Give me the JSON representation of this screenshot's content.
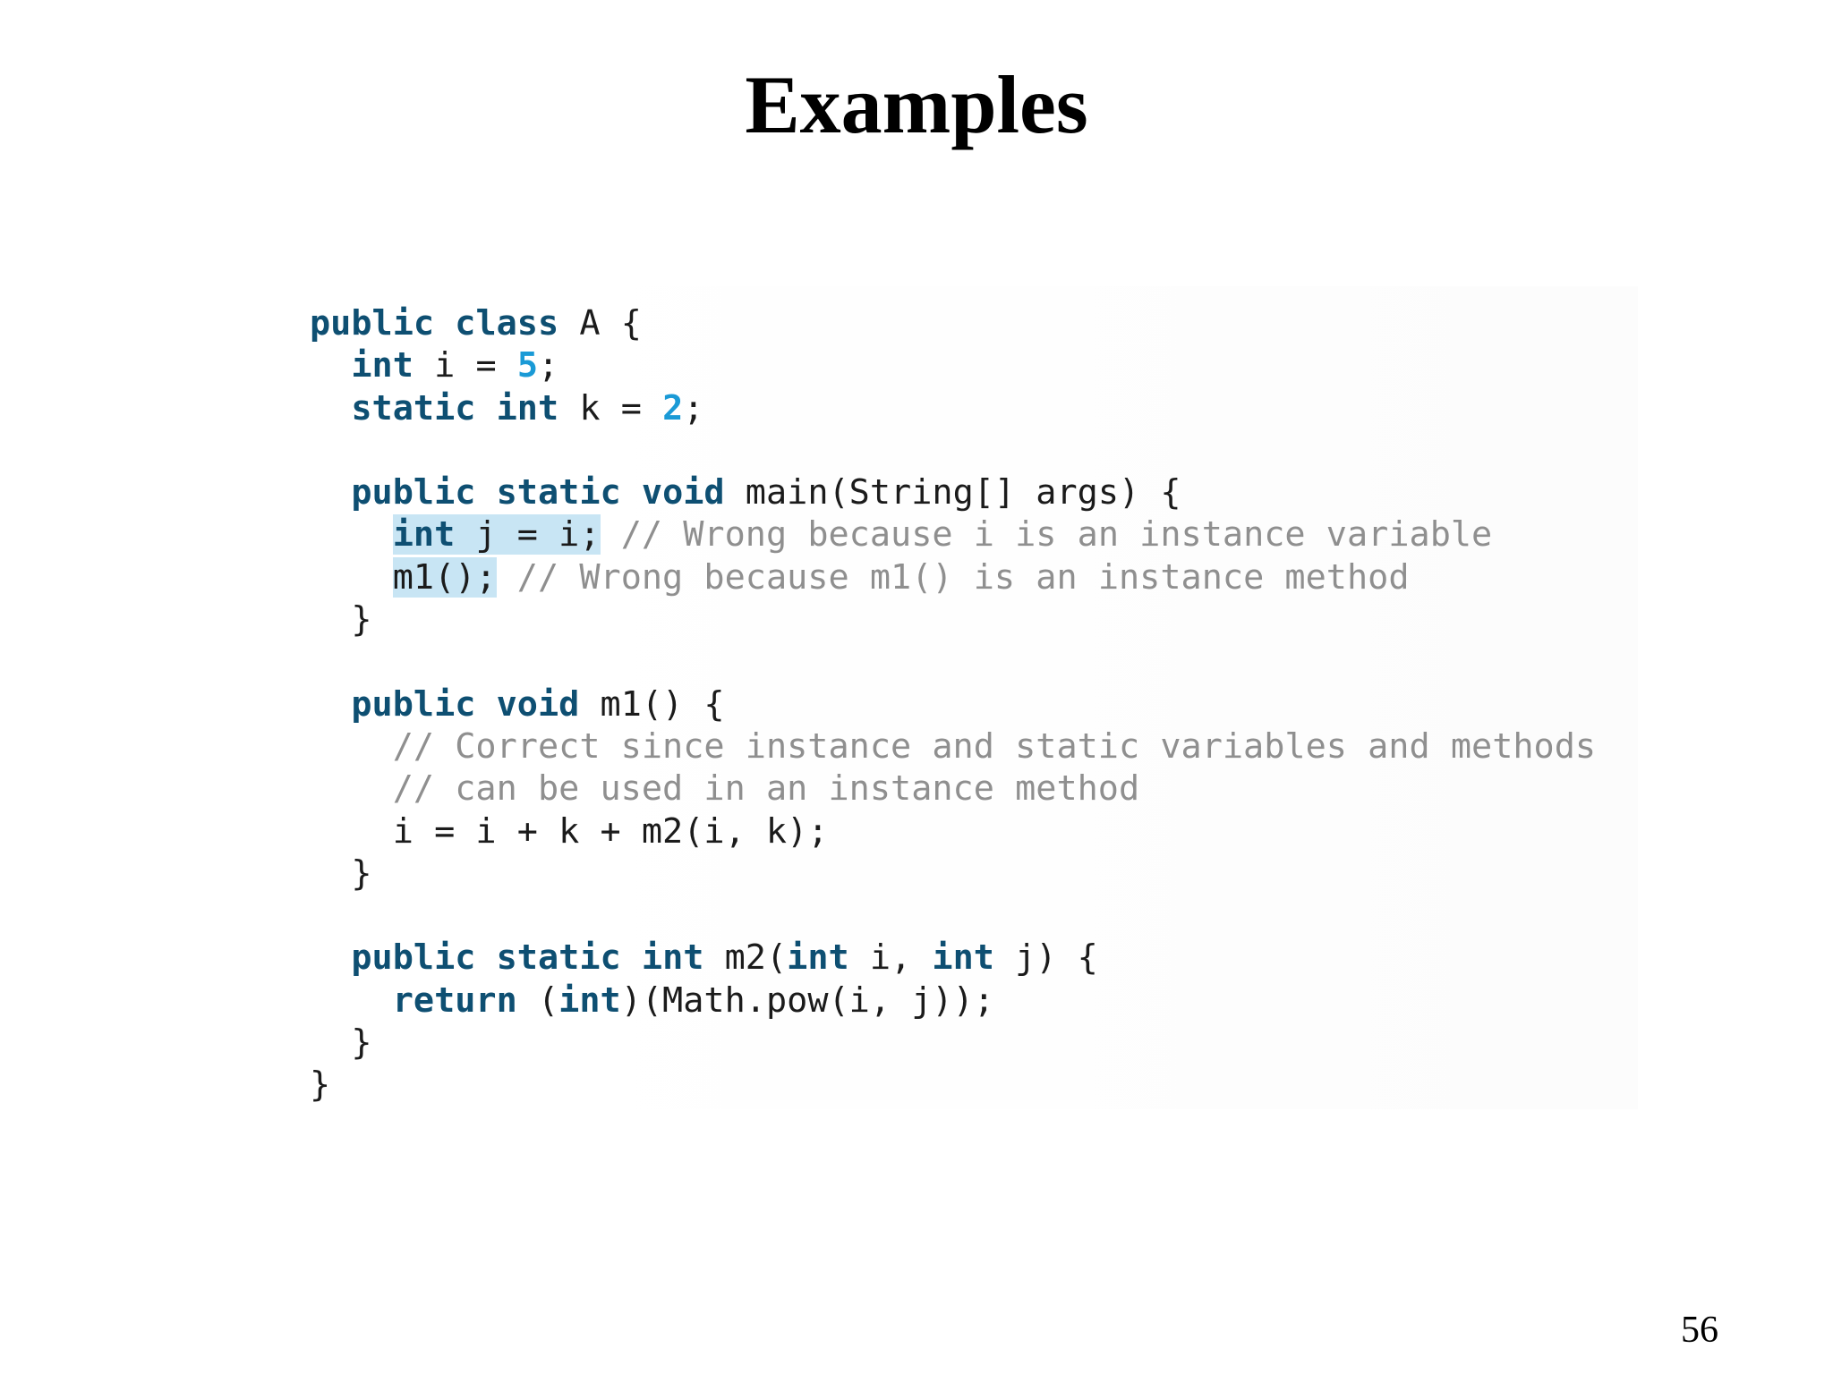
{
  "slide": {
    "title": "Examples",
    "page_number": "56"
  },
  "code": {
    "line1": {
      "kw1": "public",
      "kw2": "class",
      "rest": " A {"
    },
    "line2": {
      "indent": "  ",
      "kw1": "int",
      "mid": " i = ",
      "num": "5",
      "end": ";"
    },
    "line3": {
      "indent": "  ",
      "kw1": "static",
      "kw2": "int",
      "mid": " k = ",
      "num": "2",
      "end": ";"
    },
    "line4": {
      "text": ""
    },
    "line5": {
      "indent": "  ",
      "kw1": "public",
      "kw2": "static",
      "kw3": "void",
      "rest": " main(String[] args) {"
    },
    "line6": {
      "indent": "    ",
      "kw1": "int",
      "hl": " j = i;",
      "comment": " // Wrong because i is an instance variable"
    },
    "line7": {
      "indent": "    ",
      "hl": "m1();",
      "comment": " // Wrong because m1() is an instance method"
    },
    "line8": {
      "text": "  }"
    },
    "line9": {
      "text": ""
    },
    "line10": {
      "indent": "  ",
      "kw1": "public",
      "kw2": "void",
      "rest": " m1() {"
    },
    "line11": {
      "indent": "    ",
      "comment": "// Correct since instance and static variables and methods"
    },
    "line12": {
      "indent": "    ",
      "comment": "// can be used in an instance method"
    },
    "line13": {
      "text": "    i = i + k + m2(i, k);"
    },
    "line14": {
      "text": "  }"
    },
    "line15": {
      "text": ""
    },
    "line16": {
      "indent": "  ",
      "kw1": "public",
      "kw2": "static",
      "kw3": "int",
      "mid": " m2(",
      "kw4": "int",
      "mid2": " i, ",
      "kw5": "int",
      "rest": " j) {"
    },
    "line17": {
      "indent": "    ",
      "kw1": "return",
      "mid": " (",
      "kw2": "int",
      "rest": ")(Math.pow(i, j));"
    },
    "line18": {
      "text": "  }"
    },
    "line19": {
      "text": "}"
    }
  }
}
